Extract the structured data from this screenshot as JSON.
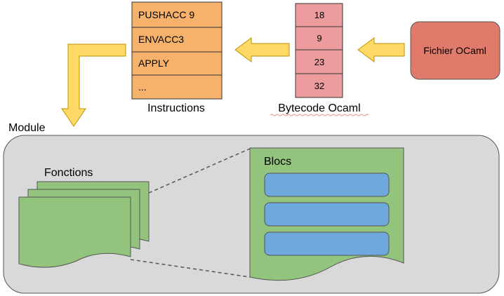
{
  "source": {
    "label": "Fichier OCaml"
  },
  "bytecode": {
    "caption": "Bytecode Ocaml",
    "values": [
      "18",
      "9",
      "23",
      "32"
    ]
  },
  "instructions": {
    "caption": "Instructions",
    "items": [
      "PUSHACC 9",
      "ENVACC3",
      "APPLY",
      "..."
    ]
  },
  "module": {
    "label": "Module"
  },
  "functions": {
    "label": "Fonctions"
  },
  "blocks": {
    "label": "Blocs",
    "count": 3
  },
  "colors": {
    "source_fill": "#e07a6a",
    "bytecode_fill": "#ec9c9c",
    "instruction_fill": "#f6b26b",
    "arrow_fill": "#ffd966",
    "module_fill": "#d9d9d9",
    "page_fill": "#93c47d",
    "block_fill": "#6fa8dc"
  }
}
